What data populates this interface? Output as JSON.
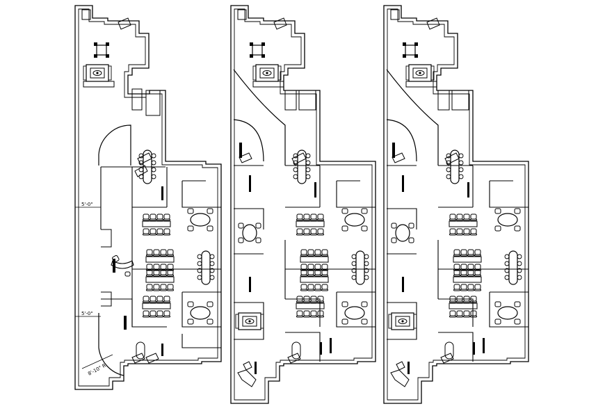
{
  "drawing": {
    "dimension_labels": {
      "upper_width": "5'-0\"",
      "lower_width": "5'-0\"",
      "radius": "8'-10\" R"
    },
    "line_color": "#000000",
    "background": "#ffffff"
  }
}
